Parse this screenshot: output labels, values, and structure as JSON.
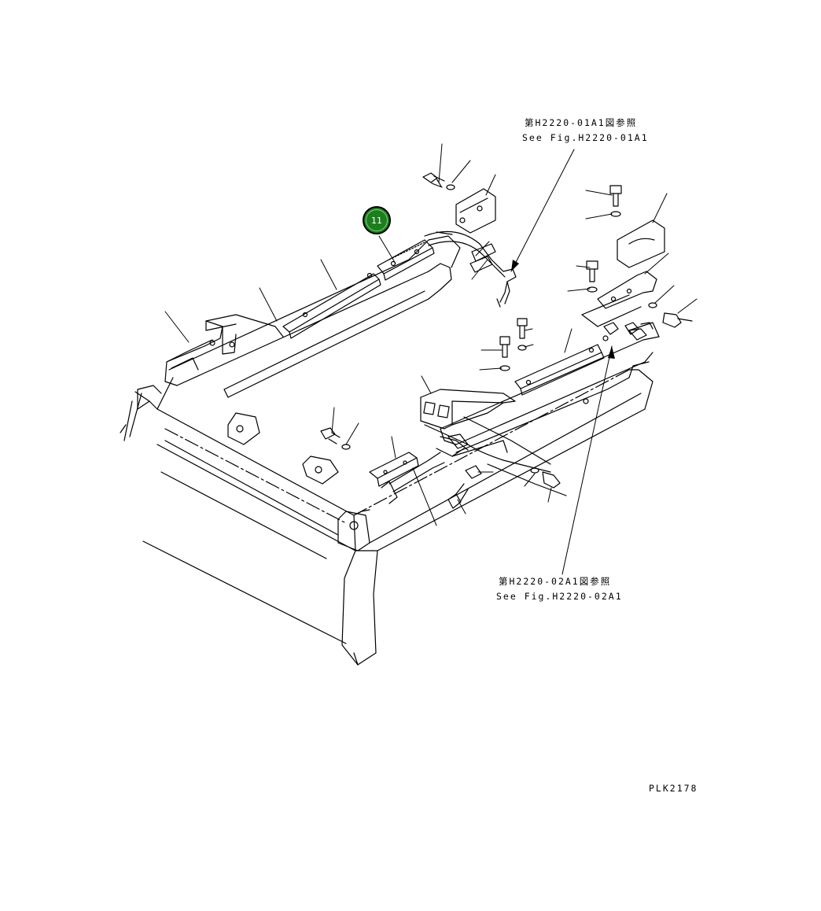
{
  "references": {
    "top": {
      "jp": "第H2220-01A1図参照",
      "en": "See Fig.H2220-01A1"
    },
    "bottom": {
      "jp": "第H2220-02A1図参照",
      "en": "See Fig.H2220-02A1"
    }
  },
  "callout": {
    "label": "11",
    "color": "#1e7d1e"
  },
  "drawing_code": "PLK2178"
}
